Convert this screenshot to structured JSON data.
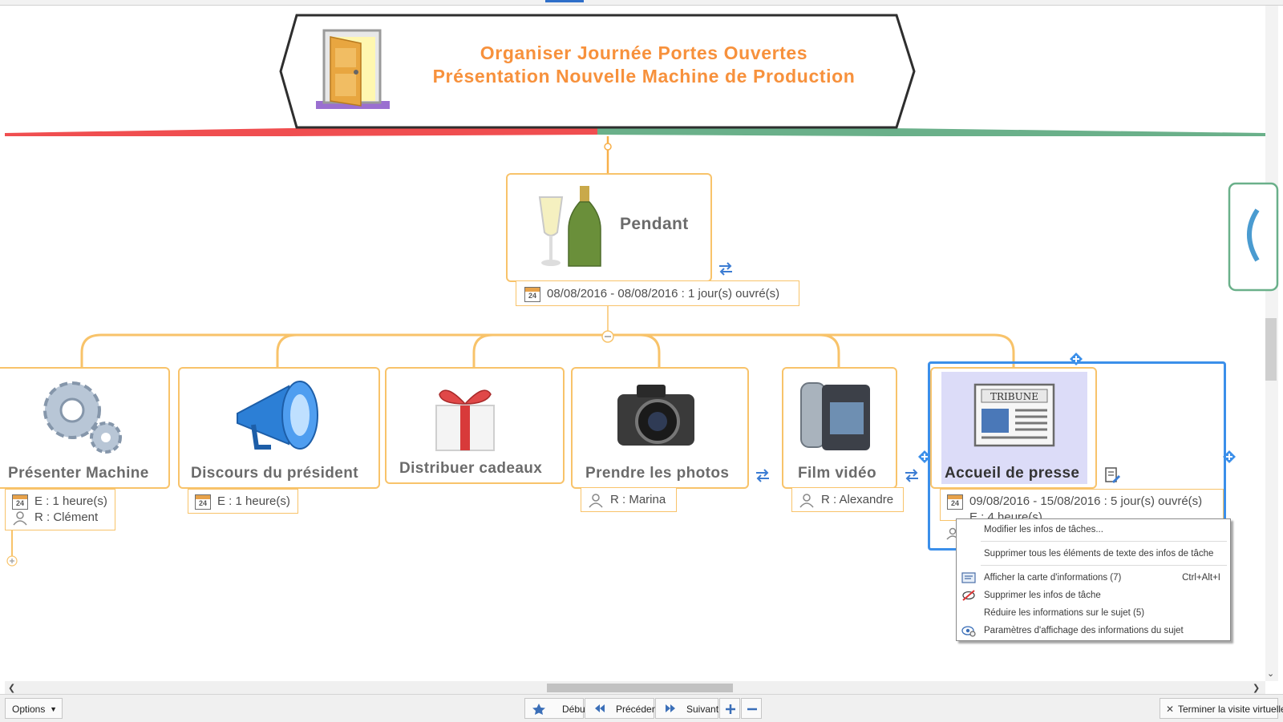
{
  "map": {
    "title_line1": "Organiser Journée Portes Ouvertes",
    "title_line2": "Présentation Nouvelle Machine de Production",
    "main_node": {
      "label": "Pendant",
      "dates": "08/08/2016 - 08/08/2016 : 1 jour(s) ouvré(s)"
    },
    "children": [
      {
        "label": "Présenter Machine",
        "effort": "E : 1 heure(s)",
        "resource": "R : Clément"
      },
      {
        "label": "Discours du président",
        "effort": "E : 1 heure(s)"
      },
      {
        "label": "Distribuer cadeaux"
      },
      {
        "label": "Prendre les photos",
        "resource": "R : Marina"
      },
      {
        "label": "Film vidéo",
        "resource": "R : Alexandre"
      },
      {
        "label": "Accueil de presse",
        "dates": "09/08/2016 - 15/08/2016 : 5 jour(s) ouvré(s)",
        "effort": "E : 4 heure(s)"
      }
    ],
    "newspaper_text": "TRIBUNE",
    "calendar_day": "24"
  },
  "context_menu": {
    "items": [
      {
        "label": "Modifier les infos de tâches..."
      },
      {
        "label": "Supprimer tous les éléments de texte des infos de tâche"
      },
      {
        "label": "Afficher la carte d'informations (7)",
        "shortcut": "Ctrl+Alt+I",
        "icon": "info-card-icon"
      },
      {
        "label": "Supprimer les infos de tâche",
        "icon": "remove-info-icon"
      },
      {
        "label": "Réduire les informations sur le sujet (5)"
      },
      {
        "label": "Paramètres d'affichage des informations du sujet",
        "icon": "display-settings-icon"
      }
    ]
  },
  "toolbar": {
    "options": "Options",
    "start": "Début",
    "previous": "Précédent",
    "next": "Suivant",
    "end_tour": "Terminer la visite virtuelle"
  },
  "colors": {
    "accent_orange": "#f7913c",
    "node_border": "#f8c36a",
    "selection_blue": "#3b8fea",
    "branch_red": "#f04e50",
    "branch_green": "#6ab08a"
  }
}
